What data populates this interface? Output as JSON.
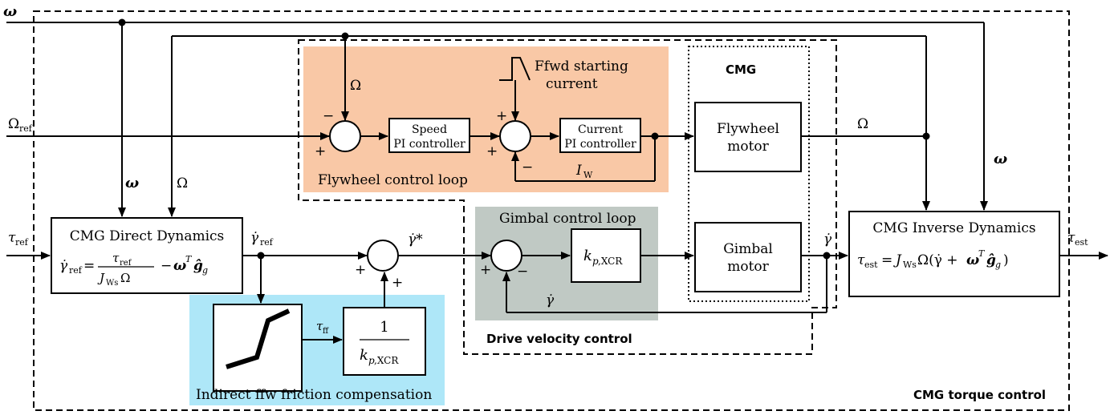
{
  "colors": {
    "flywheel_region": "#f9c8a6",
    "gimbal_region": "#c0c9c4",
    "friction_region": "#aee7f8",
    "line": "#000000"
  },
  "regions": {
    "outer": "CMG torque control",
    "flywheel_loop": "Flywheel control loop",
    "gimbal_loop": "Gimbal control loop",
    "drive_velocity": "Drive velocity control",
    "friction_comp": "Indirect ffw friction compensation",
    "cmg": "CMG"
  },
  "blocks": {
    "speed_pi": [
      "Speed",
      "PI controller"
    ],
    "current_pi": [
      "Current",
      "PI controller"
    ],
    "flywheel_motor": [
      "Flywheel",
      "motor"
    ],
    "gimbal_motor": [
      "Gimbal",
      "motor"
    ],
    "direct_dynamics_title": "CMG Direct Dynamics",
    "inverse_dynamics_title": "CMG Inverse Dynamics",
    "ffwd_current": [
      "Ffwd starting",
      "current"
    ]
  },
  "signals": {
    "omega_vec": "ω",
    "Omega": "Ω",
    "Omega_ref": "Ω",
    "Omega_ref_sub": "ref",
    "tau_ref": "τ",
    "tau_ref_sub": "ref",
    "tau_est": "τ",
    "tau_est_sub": "est",
    "gamma_dot_ref": "γ̇",
    "gamma_dot_ref_sub": "ref",
    "gamma_dot_star": "γ̇*",
    "gamma_dot": "γ̇",
    "tau_ff": "τ",
    "tau_ff_sub": "ff",
    "I_W": "I",
    "I_W_sub": "W",
    "plus": "+",
    "minus": "−"
  }
}
